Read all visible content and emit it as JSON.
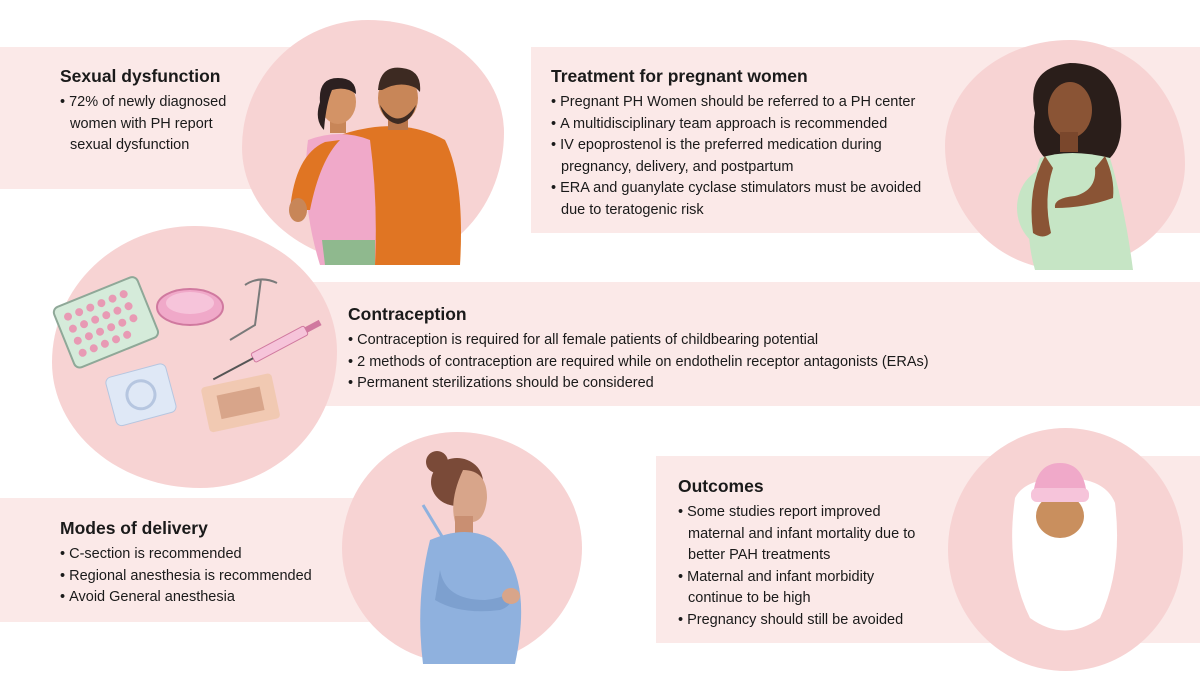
{
  "sections": {
    "sexual_dysfunction": {
      "title": "Sexual dysfunction",
      "bullets": [
        "72% of newly diagnosed women with PH report sexual dysfunction"
      ]
    },
    "treatment_pregnant": {
      "title": "Treatment for pregnant women",
      "bullets": [
        "Pregnant PH Women should be referred to a PH center",
        "A multidisciplinary team approach is recommended",
        "IV epoprostenol is the preferred medication during pregnancy, delivery, and postpartum",
        "ERA and guanylate cyclase stimulators must be avoided due to teratogenic risk"
      ]
    },
    "contraception": {
      "title": "Contraception",
      "bullets": [
        "Contraception is required for all female patients of childbearing potential",
        "2 methods of contraception are required while on endothelin receptor antagonists (ERAs)",
        "Permanent sterilizations should be considered"
      ]
    },
    "modes_of_delivery": {
      "title": "Modes of delivery",
      "bullets": [
        "C-section is recommended",
        "Regional anesthesia is recommended",
        "Avoid General anesthesia"
      ]
    },
    "outcomes": {
      "title": "Outcomes",
      "bullets": [
        "Some studies report improved maternal and infant mortality due to better PAH treatments",
        "Maternal and infant morbidity continue to be high",
        "Pregnancy should still be avoided"
      ]
    }
  },
  "illustrations": [
    "couple-illustration",
    "pregnant-woman-illustration",
    "contraceptives-illustration",
    "patient-gown-illustration",
    "swaddled-infant-illustration"
  ],
  "colors": {
    "band": "#fbe9e8",
    "blob": "#f7d3d3",
    "text": "#1a1a1a"
  }
}
